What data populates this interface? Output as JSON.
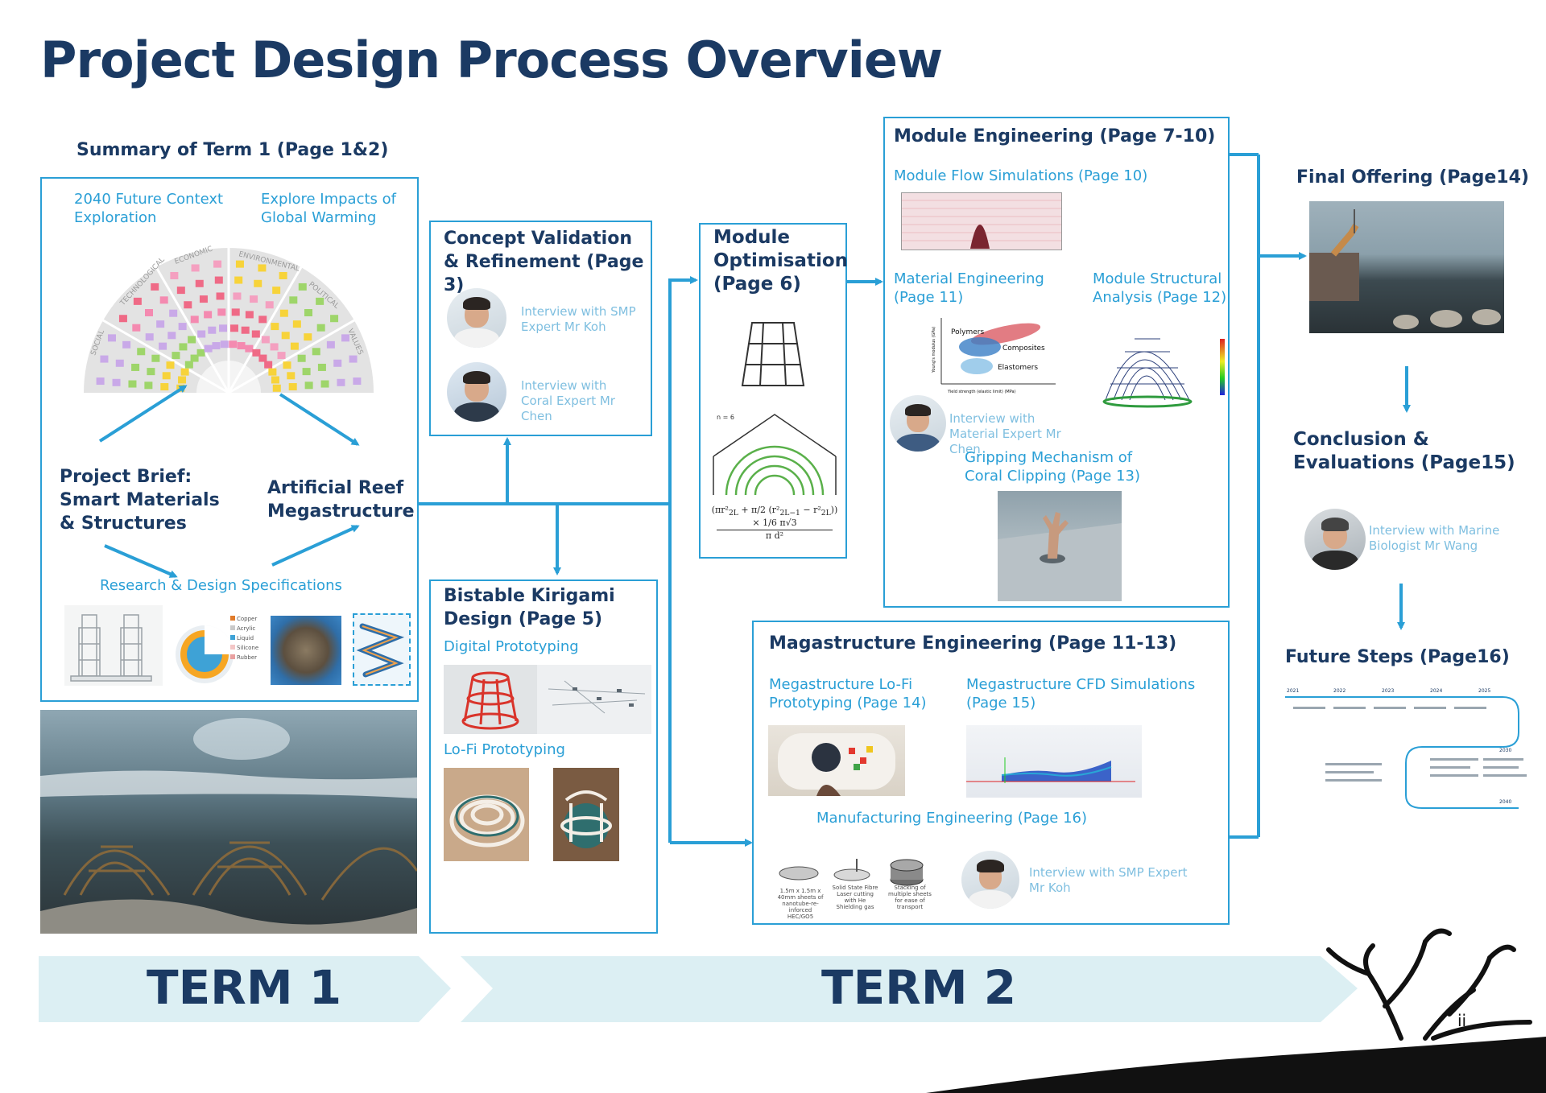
{
  "title": "Project Design Process Overview",
  "term1": {
    "heading": "Summary of Term 1 (Page 1&2)",
    "context": "2040 Future Context Exploration",
    "impacts": "Explore Impacts of Global Warming",
    "brief": "Project Brief: Smart Materials & Structures",
    "reef": "Artificial Reef Megastructure",
    "research": "Research & Design Specifications",
    "fan_labels": [
      "SOCIAL",
      "TECHNOLOGICAL",
      "ECONOMIC",
      "ENVIRONMENTAL",
      "POLITICAL",
      "VALUES"
    ],
    "legend_items": [
      "Copper",
      "Acrylic",
      "Liquid",
      "Silicone",
      "Rubber"
    ]
  },
  "concept": {
    "heading": "Concept Validation & Refinement (Page 3)",
    "interview1": "Interview with SMP Expert Mr Koh",
    "interview2": "Interview with Coral Expert Mr Chen"
  },
  "kirigami": {
    "heading": "Bistable Kirigami Design (Page 5)",
    "digital": "Digital Prototyping",
    "lofi": "Lo-Fi Prototyping"
  },
  "optimisation": {
    "heading": "Module Optimisation (Page 6)",
    "formula_label": "n = 6"
  },
  "module_eng": {
    "heading": "Module Engineering (Page 7-10)",
    "flow": "Module Flow Simulations (Page 10)",
    "material": "Material Engineering (Page 11)",
    "structural": "Module Structural Analysis (Page 12)",
    "interview": "Interview with Material Expert Mr Chen",
    "gripping": "Gripping Mechanism of Coral Clipping (Page 13)",
    "ashby_labels": [
      "Polymers",
      "Composites",
      "Elastomers"
    ],
    "ashby_ylabel": "Young's modulus (GPa)",
    "ashby_xlabel": "Yield strength (elastic limit) (MPa)"
  },
  "mega_eng": {
    "heading": "Magastructure Engineering (Page 11-13)",
    "lofi": "Megastructure Lo-Fi Prototyping (Page 14)",
    "cfd": "Megastructure CFD Simulations (Page 15)",
    "manufacturing": "Manufacturing Engineering (Page 16)",
    "interview": "Interview with SMP Expert Mr Koh",
    "steps": [
      "1.5m x 1.5m x 40mm sheets of nanotube-re-inforced HEC/GO5",
      "Solid State Fibre Laser cutting with He Shielding gas",
      "Stacking of multiple sheets for ease of transport"
    ]
  },
  "final": {
    "heading": "Final Offering (Page14)",
    "conclusion": "Conclusion & Evaluations (Page15)",
    "interview": "Interview with Marine Biologist Mr Wang",
    "future": "Future Steps (Page16)",
    "timeline_years": [
      "2021",
      "2022",
      "2023",
      "2024",
      "2025",
      "2030",
      "2040"
    ]
  },
  "terms": {
    "t1": "TERM 1",
    "t2": "TERM 2"
  },
  "page_number": "ii",
  "colors": {
    "navy": "#1b3a63",
    "blue": "#2a9fd6",
    "band": "#dceff3"
  }
}
